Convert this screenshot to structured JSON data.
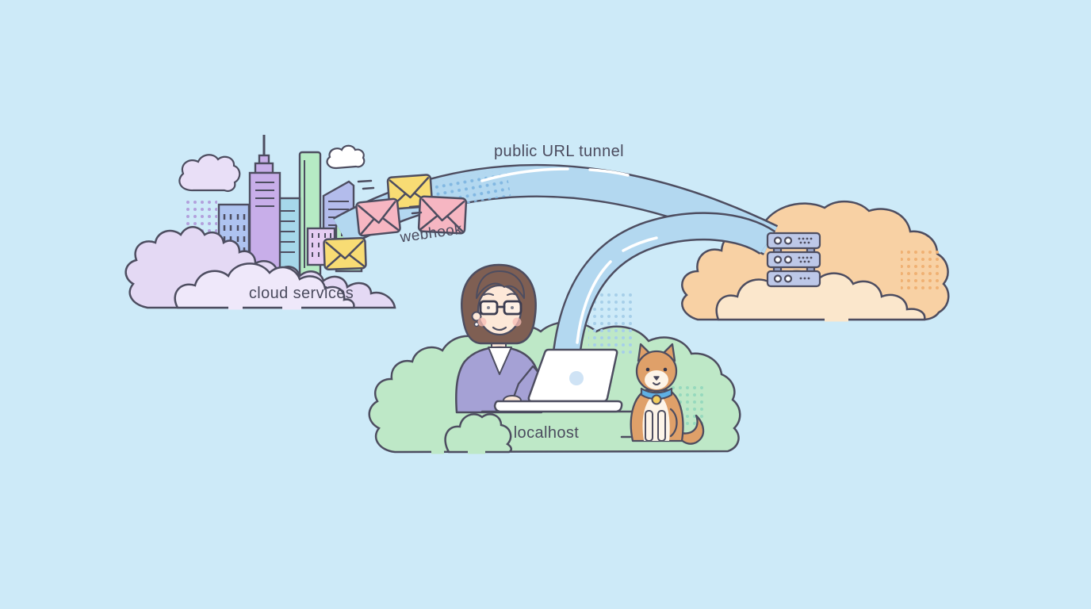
{
  "illustration": {
    "labels": {
      "public_url_tunnel": "public URL tunnel",
      "webhook": "webhook",
      "cloud_services": "cloud services",
      "localhost": "localhost"
    },
    "colors": {
      "background": "#cdeaf8",
      "outline": "#4d4d60",
      "text": "#4b4b5e",
      "tunnel_fill": "#b3d8f0",
      "tunnel_highlight": "#ffffff",
      "city_cloud": "#e4d9f4",
      "city_cloud_front": "#efe8fa",
      "small_cloud_lavender": "#e9dff7",
      "small_cloud_white": "#ffffff",
      "building_purple": "#c8aee9",
      "building_periwinkle": "#aec3f0",
      "building_teal": "#a6d7ea",
      "building_green": "#b6eac4",
      "building_angled": "#b3bcec",
      "building_pink": "#e6cdf3",
      "envelope_yellow": "#f8dc74",
      "envelope_pink": "#f6b6c2",
      "server_cloud": "#f8d1a4",
      "server_cloud_inner": "#fbe7cc",
      "server_unit": "#bdc8e8",
      "localhost_cloud": "#bee8c7",
      "laptop": "#ffffff",
      "laptop_logo": "#cfe3f5",
      "woman_hair": "#7f5f53",
      "woman_skin": "#fde8d8",
      "woman_blazer": "#a5a1d5",
      "dog_body": "#dfa069",
      "dog_white": "#fdf4e8",
      "dog_collar": "#5fb0e5",
      "dog_tag": "#f2cd5e"
    },
    "elements": [
      "city-skyline",
      "cloud-services-cloud",
      "webhook-envelopes",
      "public-url-tunnel-arc",
      "localhost-tunnel-arc",
      "server-rack",
      "server-cloud",
      "localhost-cloud",
      "developer-with-laptop",
      "shiba-dog"
    ]
  }
}
